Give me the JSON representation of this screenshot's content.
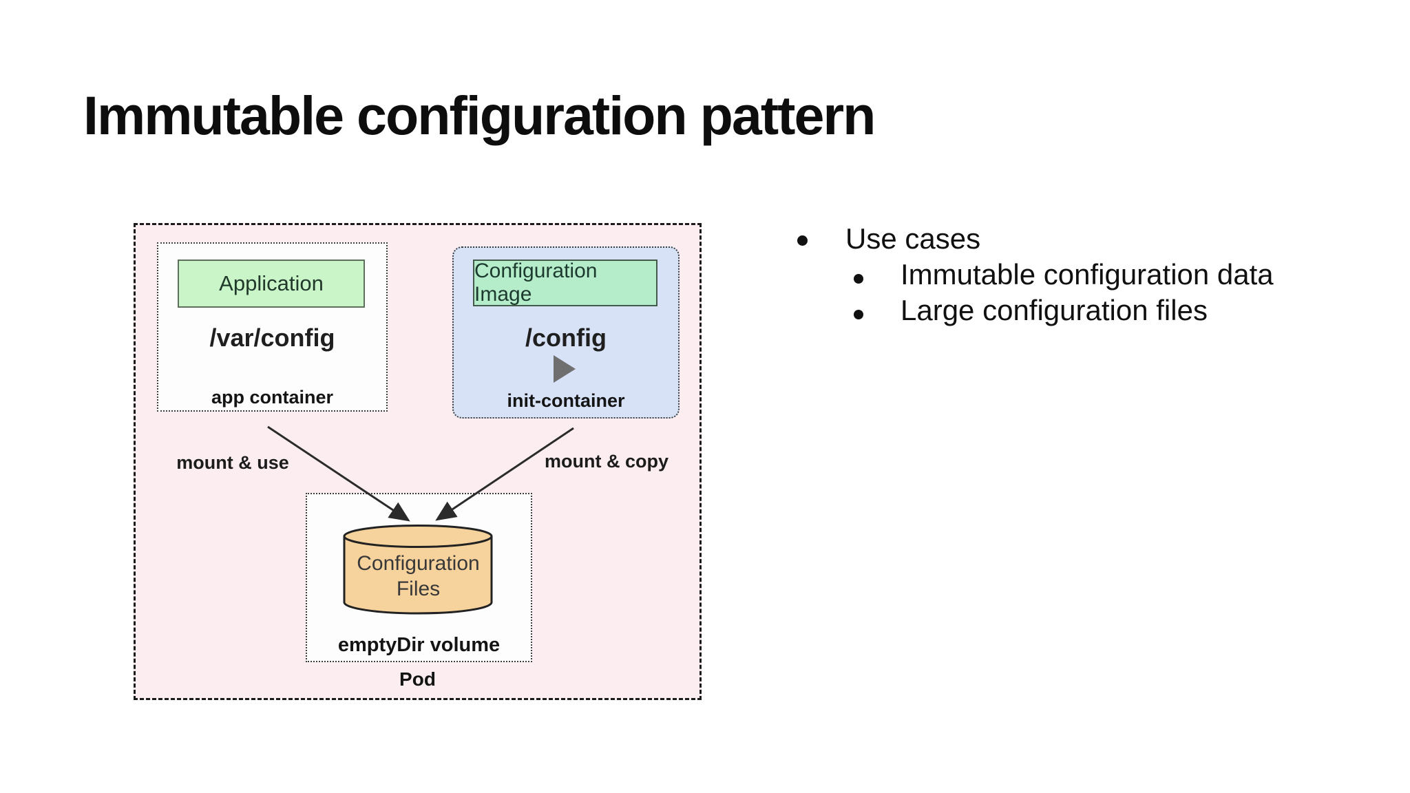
{
  "slide": {
    "title": "Immutable configuration pattern"
  },
  "diagram": {
    "pod": {
      "label": "Pod"
    },
    "app_container": {
      "image": "Application",
      "path": "/var/config",
      "label": "app container"
    },
    "init_container": {
      "image": "Configuration Image",
      "path": "/config",
      "label": "init-container",
      "icon": "play-icon"
    },
    "volume": {
      "cylinder_line1": "Configuration",
      "cylinder_line2": "Files",
      "label": "emptyDir volume"
    },
    "edges": {
      "left_label": "mount & use",
      "right_label": "mount & copy"
    }
  },
  "bullets": [
    {
      "level": 1,
      "label": "Use cases"
    },
    {
      "level": 2,
      "label": "Immutable configuration data"
    },
    {
      "level": 2,
      "label": "Large configuration files"
    }
  ],
  "colors": {
    "pod_background": "#fcedf0",
    "container_background": "#fefdfd",
    "init_container_background": "#d7e2f7",
    "application_image_fill": "#c9f5c9",
    "config_image_fill": "#b5ecca",
    "cylinder_fill": "#f6d29c",
    "arrow_stroke": "#2b2b2b",
    "play_icon_fill": "#6f6f6f",
    "text": "#111111"
  }
}
